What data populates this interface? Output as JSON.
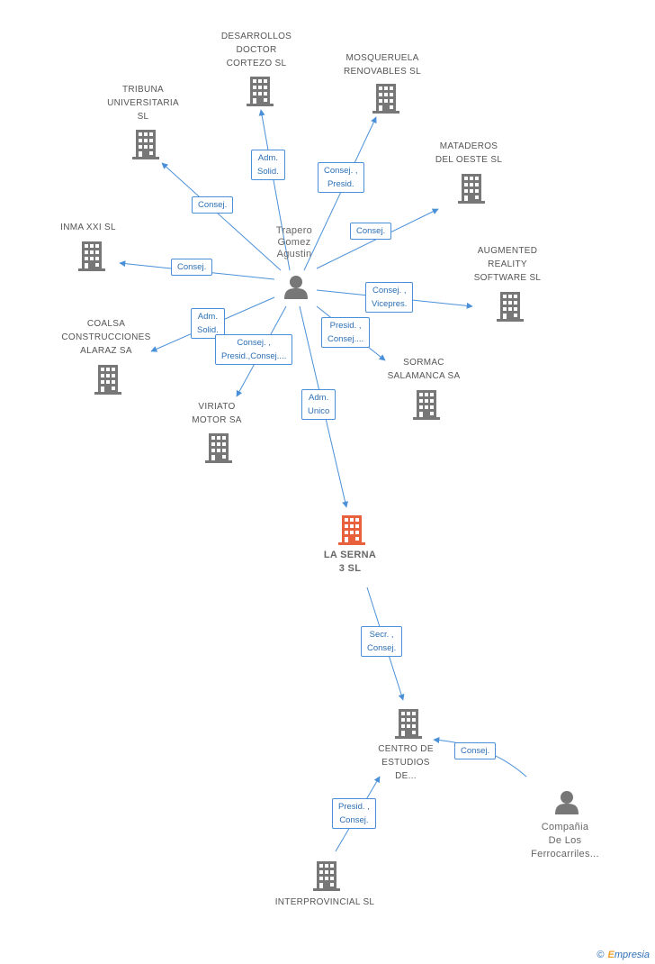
{
  "colors": {
    "edge": "#4a90d9",
    "building": "#777777",
    "building_main": "#e8603c",
    "person": "#777777"
  },
  "nodes": {
    "center": {
      "label": "Trapero\nGomez\nAgustin",
      "icon": "person-icon"
    },
    "desarrollos": {
      "label": "DESARROLLOS\nDOCTOR\nCORTEZO SL",
      "icon": "building-icon"
    },
    "mosqueruela": {
      "label": "MOSQUERUELA\nRENOVABLES SL",
      "icon": "building-icon"
    },
    "tribuna": {
      "label": "TRIBUNA\nUNIVERSITARIA\nSL",
      "icon": "building-icon"
    },
    "mataderos": {
      "label": "MATADEROS\nDEL OESTE SL",
      "icon": "building-icon"
    },
    "inma": {
      "label": "INMA XXI SL",
      "icon": "building-icon"
    },
    "augmented": {
      "label": "AUGMENTED\nREALITY\nSOFTWARE SL",
      "icon": "building-icon"
    },
    "coalsa": {
      "label": "COALSA\nCONSTRUCCIONES\nALARAZ SA",
      "icon": "building-icon"
    },
    "sormac": {
      "label": "SORMAC\nSALAMANCA SA",
      "icon": "building-icon"
    },
    "viriato": {
      "label": "VIRIATO\nMOTOR SA",
      "icon": "building-icon"
    },
    "laserna": {
      "label": "LA SERNA\n3 SL",
      "icon": "building-icon"
    },
    "centro": {
      "label": "CENTRO DE\nESTUDIOS\nDE...",
      "icon": "building-icon"
    },
    "compania": {
      "label": "Compañia\nDe Los\nFerrocarriles...",
      "icon": "person-icon"
    },
    "interprovincial": {
      "label": "INTERPROVINCIAL SL",
      "icon": "building-icon"
    }
  },
  "edges": {
    "desarrollos": "Adm.\nSolid.",
    "mosqueruela": "Consej. ,\nPresid.",
    "tribuna": "Consej.",
    "mataderos": "Consej.",
    "inma": "Consej.",
    "augmented": "Consej. ,\nVicepres.",
    "coalsa": "Adm.\nSolid.",
    "sormac": "Presid. ,\nConsej....",
    "viriato": "Consej. ,\nPresid.,Consej....",
    "laserna": "Adm.\nUnico",
    "centro_from_laserna": "Secr. ,\nConsej.",
    "centro_from_compania": "Consej.",
    "centro_from_interprovincial": "Presid. ,\nConsej."
  },
  "footer": {
    "copyright": "©",
    "brand_e": "E",
    "brand_rest": "mpresia"
  }
}
